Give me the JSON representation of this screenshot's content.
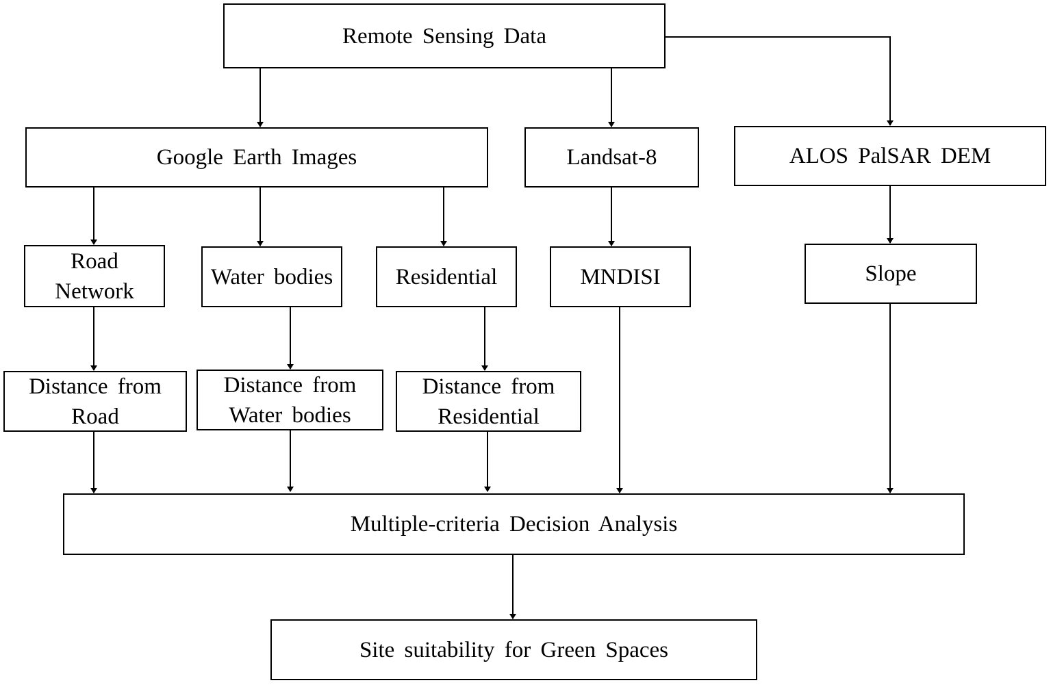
{
  "nodes": {
    "remote_sensing": {
      "label": "Remote Sensing Data"
    },
    "google_earth": {
      "label": "Google Earth Images"
    },
    "landsat": {
      "label": "Landsat-8"
    },
    "alos": {
      "label": "ALOS PalSAR DEM"
    },
    "road_network": {
      "line1": "Road",
      "line2": "Network"
    },
    "water_bodies": {
      "label": "Water bodies"
    },
    "residential": {
      "label": "Residential"
    },
    "mndisi": {
      "label": "MNDISI"
    },
    "slope": {
      "label": "Slope"
    },
    "dist_road": {
      "line1": "Distance from",
      "line2": "Road"
    },
    "dist_water": {
      "line1": "Distance from",
      "line2": "Water bodies"
    },
    "dist_residential": {
      "line1": "Distance from",
      "line2": "Residential"
    },
    "mcda": {
      "label": "Multiple-criteria Decision Analysis"
    },
    "site": {
      "label": "Site suitability for Green Spaces"
    }
  },
  "edges": [
    {
      "from": "remote_sensing",
      "to": "google_earth"
    },
    {
      "from": "remote_sensing",
      "to": "landsat"
    },
    {
      "from": "remote_sensing",
      "to": "alos"
    },
    {
      "from": "google_earth",
      "to": "road_network"
    },
    {
      "from": "google_earth",
      "to": "water_bodies"
    },
    {
      "from": "google_earth",
      "to": "residential"
    },
    {
      "from": "landsat",
      "to": "mndisi"
    },
    {
      "from": "alos",
      "to": "slope"
    },
    {
      "from": "road_network",
      "to": "dist_road"
    },
    {
      "from": "water_bodies",
      "to": "dist_water"
    },
    {
      "from": "residential",
      "to": "dist_residential"
    },
    {
      "from": "dist_road",
      "to": "mcda"
    },
    {
      "from": "dist_water",
      "to": "mcda"
    },
    {
      "from": "dist_residential",
      "to": "mcda"
    },
    {
      "from": "mndisi",
      "to": "mcda"
    },
    {
      "from": "slope",
      "to": "mcda"
    },
    {
      "from": "mcda",
      "to": "site"
    }
  ]
}
